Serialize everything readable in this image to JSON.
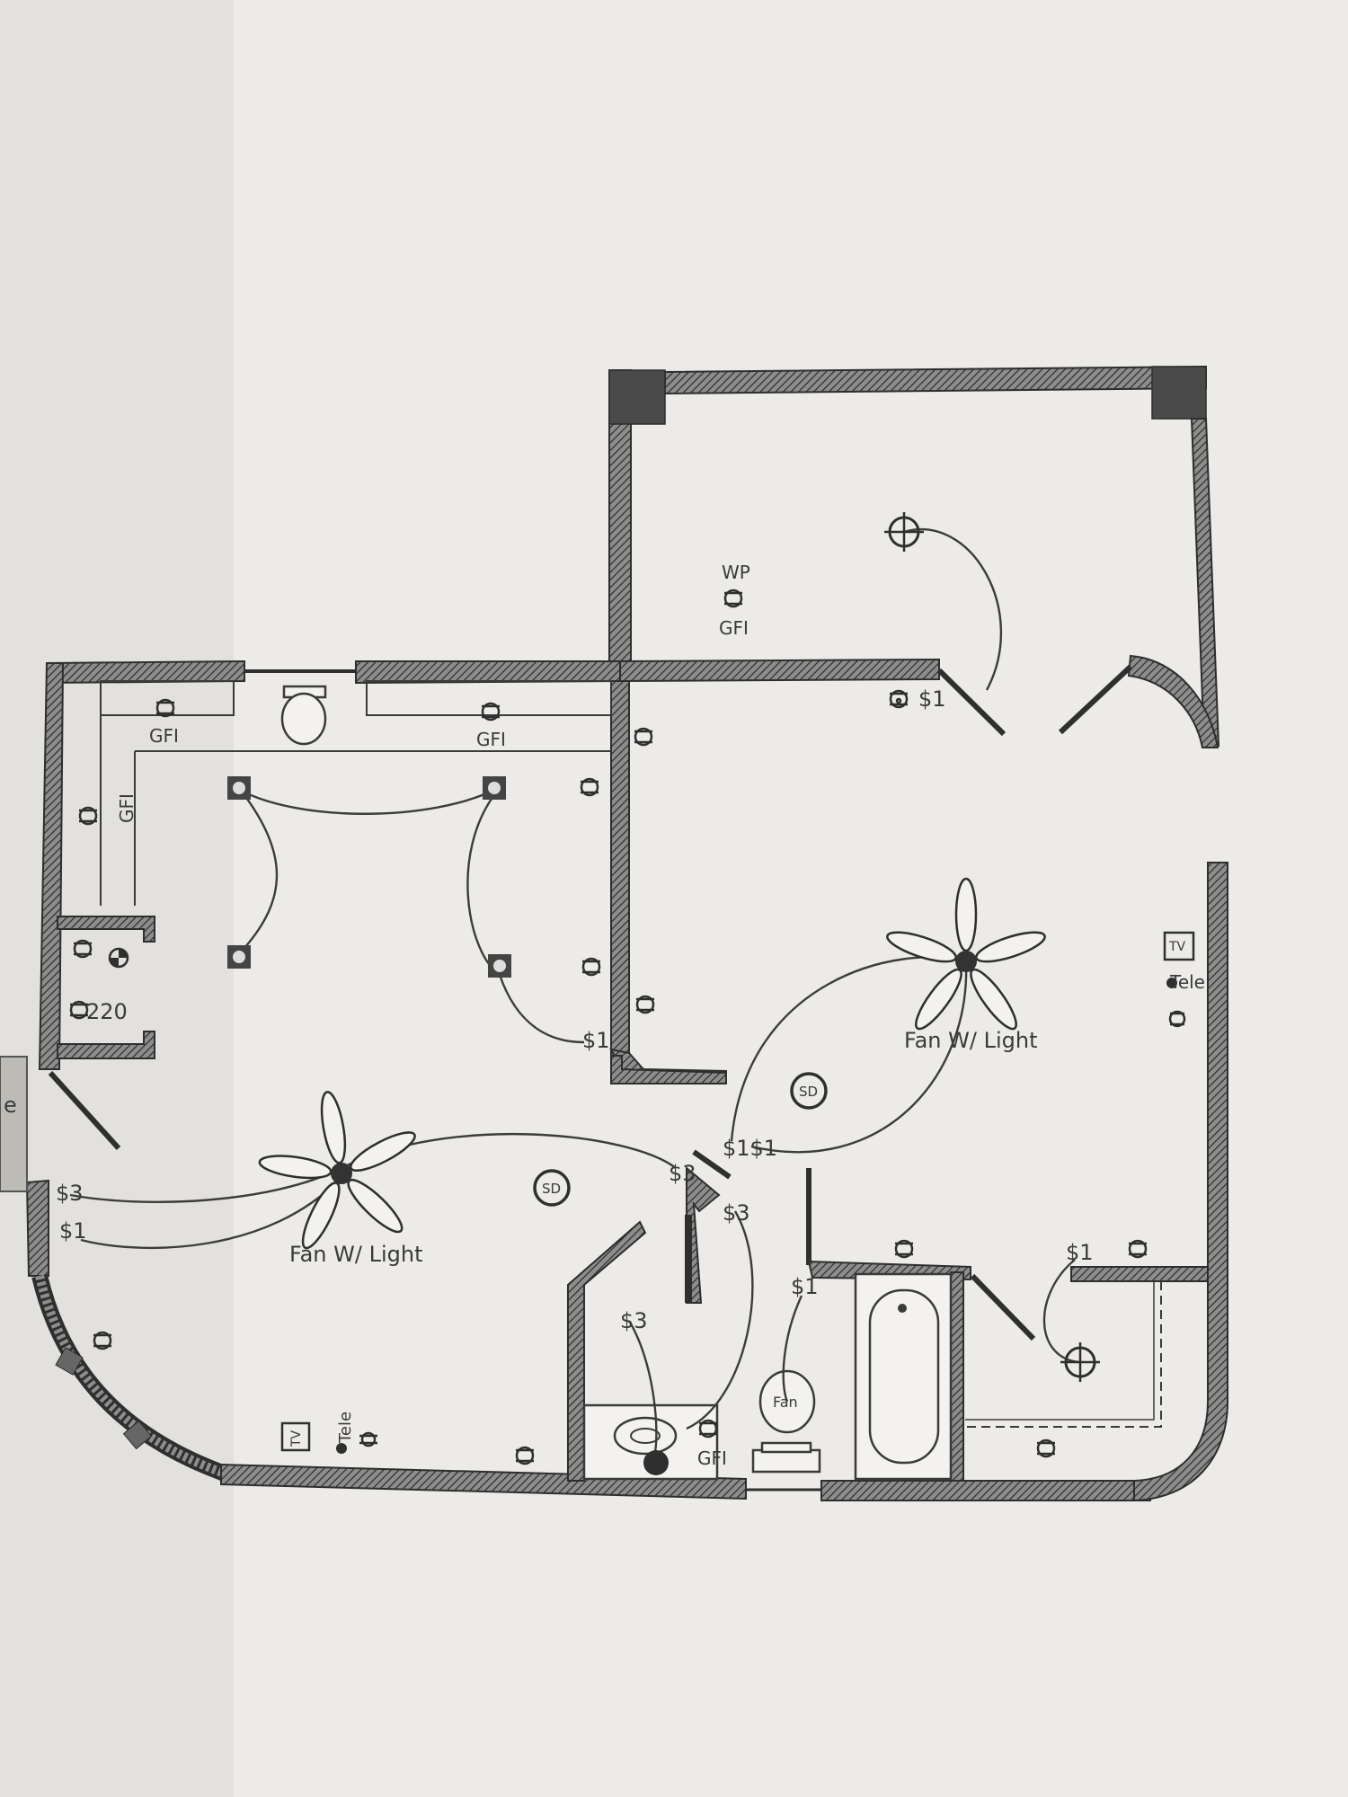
{
  "plan": {
    "wp_label": "WP",
    "gfi_label": "GFI",
    "fan_light_label": "Fan W/ Light",
    "sd_label": "SD",
    "tv_label": "TV",
    "tele_label": "Tele",
    "range_label": "220",
    "fan_label": "Fan",
    "switch_single": "$1",
    "switch_double": "$1$1",
    "switch_three_way": "$3",
    "edge_fragment": "e"
  },
  "colors": {
    "paper": "#ecebe8",
    "ink": "#3a3a3a",
    "wall_fill": "#4a4a4a"
  }
}
